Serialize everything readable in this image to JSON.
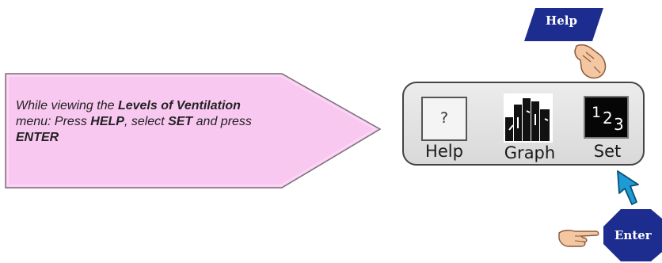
{
  "instruction": {
    "line1_pre": "While viewing the ",
    "line1_bold": "Levels of Ventilation",
    "line2_a": "menu:  Press ",
    "line2_b": "HELP",
    "line2_c": ", select ",
    "line2_d": "SET",
    "line2_e": " and press",
    "line3_bold": "ENTER",
    "fill_color": "#f9c8f1",
    "border_color": "#7a6f78"
  },
  "help_flag": {
    "label": "Help",
    "color": "#1d2d8f"
  },
  "panel": {
    "help_button": {
      "glyph": "?",
      "label": "Help"
    },
    "graph_button": {
      "label": "Graph"
    },
    "set_button": {
      "glyph_1": "1",
      "glyph_2": "2",
      "glyph_3": "3",
      "label": "Set"
    }
  },
  "enter_key": {
    "label": "Enter",
    "color": "#1d2d8f"
  },
  "icons": {
    "pointing_hand_down": "pointing-hand-icon",
    "pointing_hand_right": "pointing-hand-icon",
    "cursor_arrow": "cursor-arrow-icon",
    "arrow_color": "#1e9ad6"
  }
}
